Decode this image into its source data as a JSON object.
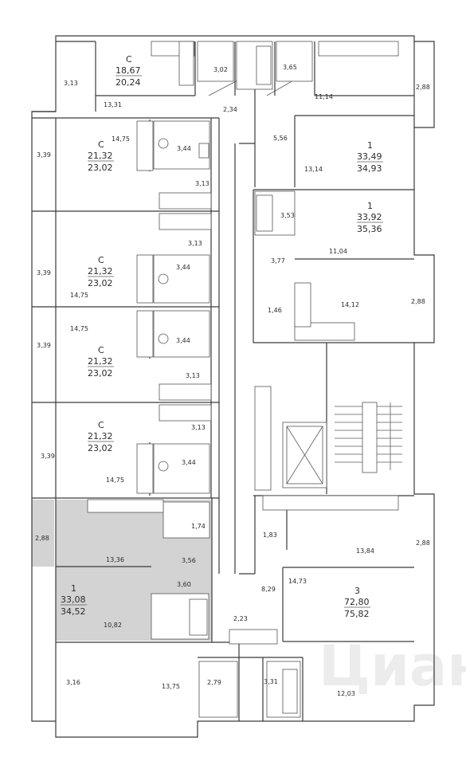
{
  "apartments": [
    {
      "id": "apt-top-c",
      "type": "С",
      "living": "18,67",
      "total": "20,24",
      "highlighted": false
    },
    {
      "id": "apt-left-1",
      "type": "С",
      "living": "21,32",
      "total": "23,02",
      "highlighted": false
    },
    {
      "id": "apt-left-2",
      "type": "С",
      "living": "21,32",
      "total": "23,02",
      "highlighted": false
    },
    {
      "id": "apt-left-3",
      "type": "С",
      "living": "21,32",
      "total": "23,02",
      "highlighted": false
    },
    {
      "id": "apt-left-4",
      "type": "С",
      "living": "21,32",
      "total": "23,02",
      "highlighted": false
    },
    {
      "id": "apt-left-sel",
      "type": "1",
      "living": "33,08",
      "total": "34,52",
      "highlighted": true
    },
    {
      "id": "apt-right-1",
      "type": "1",
      "living": "33,49",
      "total": "34,93",
      "highlighted": false
    },
    {
      "id": "apt-right-2",
      "type": "1",
      "living": "33,92",
      "total": "35,36",
      "highlighted": false
    },
    {
      "id": "apt-right-3",
      "type": "3",
      "living": "72,80",
      "total": "75,82",
      "highlighted": false
    }
  ],
  "room_areas": [
    "3,13",
    "13,31",
    "3,02",
    "3,65",
    "2,34",
    "11,14",
    "2,88",
    "5,56",
    "13,14",
    "14,75",
    "3,39",
    "3,44",
    "3,13",
    "3,53",
    "11,04",
    "3,13",
    "3,44",
    "3,77",
    "3,39",
    "14,75",
    "1,46",
    "14,12",
    "2,88",
    "14,75",
    "3,39",
    "3,44",
    "3,13",
    "3,13",
    "3,39",
    "3,44",
    "14,75",
    "1,74",
    "1,83",
    "2,88",
    "13,36",
    "3,56",
    "13,84",
    "2,88",
    "14,73",
    "3,60",
    "8,29",
    "10,82",
    "2,23",
    "3,16",
    "13,75",
    "2,79",
    "3,31",
    "12,03"
  ],
  "colors": {
    "wall": "#3a3a3a",
    "highlight": "#d3d3d3",
    "text": "#2b2b2b"
  },
  "watermark": "Циан"
}
